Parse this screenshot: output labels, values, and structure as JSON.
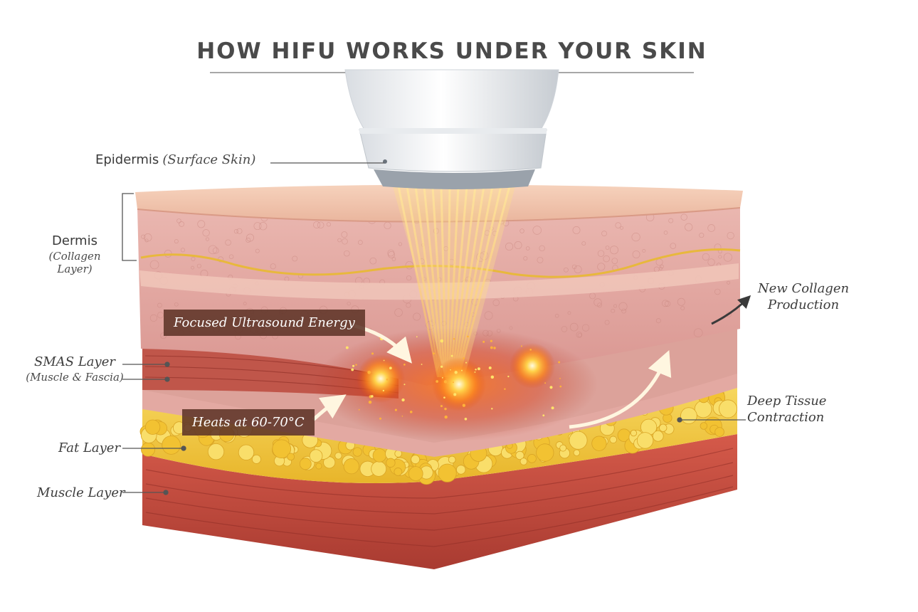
{
  "title": "HOW HIFU WORKS UNDER YOUR SKIN",
  "labels": {
    "epidermis_main": "Epidermis",
    "epidermis_sub": "(Surface Skin)",
    "dermis_main": "Dermis",
    "dermis_sub": "(Collagen Layer)",
    "smas_main": "SMAS Layer",
    "smas_sub": "(Muscle & Fascia)",
    "fat": "Fat Layer",
    "muscle": "Muscle Layer",
    "new_collagen": "New Collagen\nProduction",
    "deep_tissue": "Deep Tissue\nContraction"
  },
  "callouts": {
    "energy": "Focused Ultrasound Energy",
    "heat": "Heats at 60-70°C"
  },
  "colors": {
    "epidermis": "#f1c2a8",
    "dermis": "#e9aeae",
    "smas": "#c45a4c",
    "fat": "#f4cf45",
    "muscle": "#c94a3e",
    "beam": "#ffd36a",
    "callout_bg": "#5f3428"
  },
  "icons": [
    "hifu-transducer",
    "ultrasound-beam",
    "focal-point",
    "arrow"
  ]
}
